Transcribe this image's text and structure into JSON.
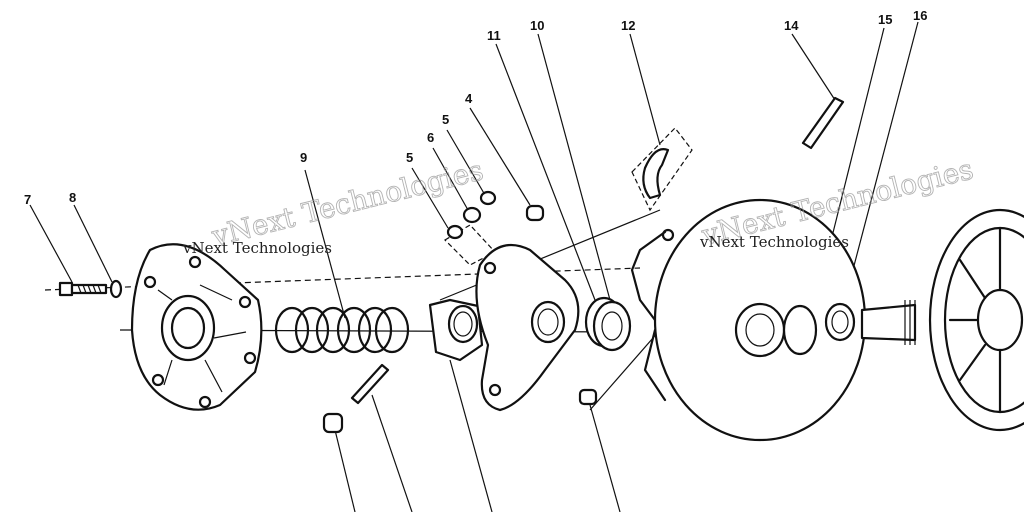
{
  "diagram": {
    "callouts": [
      "7",
      "8",
      "9",
      "5",
      "6",
      "5",
      "4",
      "11",
      "10",
      "12",
      "14",
      "15",
      "16"
    ],
    "watermark": "vNext Technologies"
  }
}
